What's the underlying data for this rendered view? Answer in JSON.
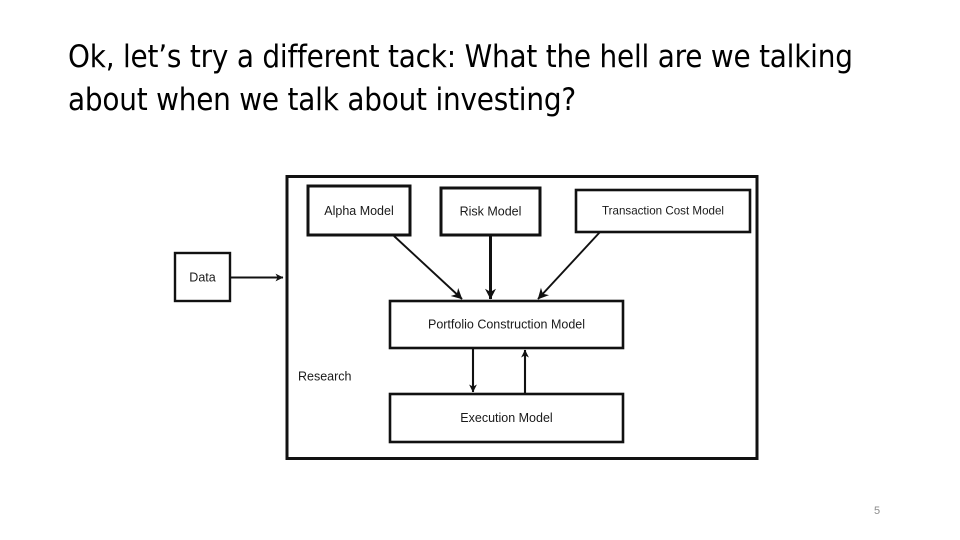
{
  "slide": {
    "title": "Ok, let’s try a different tack: What the hell are we talking about when we talk about investing?",
    "page_number": "5",
    "background_color": "#ffffff",
    "text_color": "#000000",
    "page_number_color": "#8c8c8c"
  },
  "diagram": {
    "type": "flow-diagram",
    "name": "quantitative-investing-process",
    "container_label": "Research",
    "external_nodes": [
      {
        "id": "data",
        "label": "Data"
      }
    ],
    "nodes": [
      {
        "id": "alpha-model",
        "label": "Alpha Model"
      },
      {
        "id": "risk-model",
        "label": "Risk Model"
      },
      {
        "id": "transaction-cost-model",
        "label": "Transaction Cost Model"
      },
      {
        "id": "portfolio-construction-model",
        "label": "Portfolio Construction Model"
      },
      {
        "id": "execution-model",
        "label": "Execution Model"
      }
    ],
    "edges": [
      {
        "from": "data",
        "to": "research-container",
        "style": "straight-right"
      },
      {
        "from": "alpha-model",
        "to": "portfolio-construction-model",
        "style": "diagonal-down-right"
      },
      {
        "from": "risk-model",
        "to": "portfolio-construction-model",
        "style": "straight-down"
      },
      {
        "from": "transaction-cost-model",
        "to": "portfolio-construction-model",
        "style": "diagonal-down-left"
      },
      {
        "from": "portfolio-construction-model",
        "to": "execution-model",
        "style": "straight-down"
      },
      {
        "from": "execution-model",
        "to": "portfolio-construction-model",
        "style": "straight-up"
      }
    ],
    "stroke_color": "#111111",
    "fill_color": "#ffffff"
  }
}
